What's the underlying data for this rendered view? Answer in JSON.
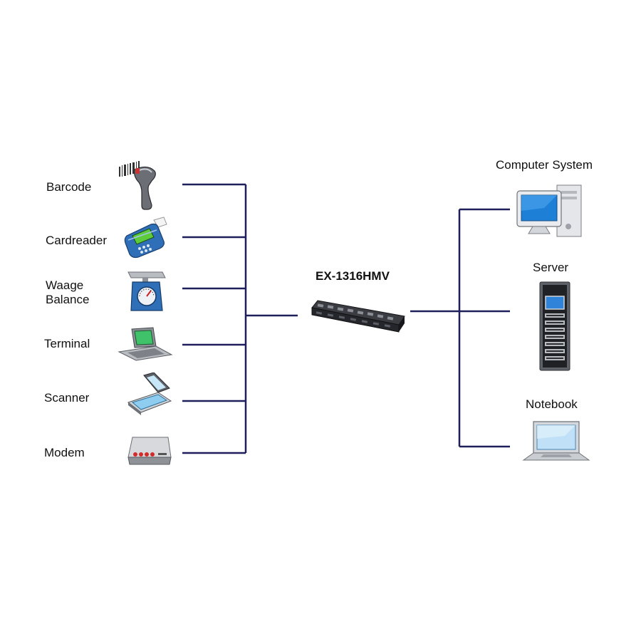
{
  "colors": {
    "line": "#1f1f5c",
    "hub_body": "#2b2d33"
  },
  "left_devices": [
    {
      "label": "Barcode",
      "icon": "barcode-scanner-icon"
    },
    {
      "label": "Cardreader",
      "icon": "card-reader-icon"
    },
    {
      "label": "Waage\nBalance",
      "icon": "scale-icon"
    },
    {
      "label": "Terminal",
      "icon": "terminal-icon"
    },
    {
      "label": "Scanner",
      "icon": "flatbed-scanner-icon"
    },
    {
      "label": "Modem",
      "icon": "modem-icon"
    }
  ],
  "hub": {
    "label": "EX-1316HMV",
    "icon": "serial-hub-icon"
  },
  "right_devices": [
    {
      "label": "Computer System",
      "icon": "desktop-computer-icon"
    },
    {
      "label": "Server",
      "icon": "server-rack-icon"
    },
    {
      "label": "Notebook",
      "icon": "notebook-icon"
    }
  ]
}
